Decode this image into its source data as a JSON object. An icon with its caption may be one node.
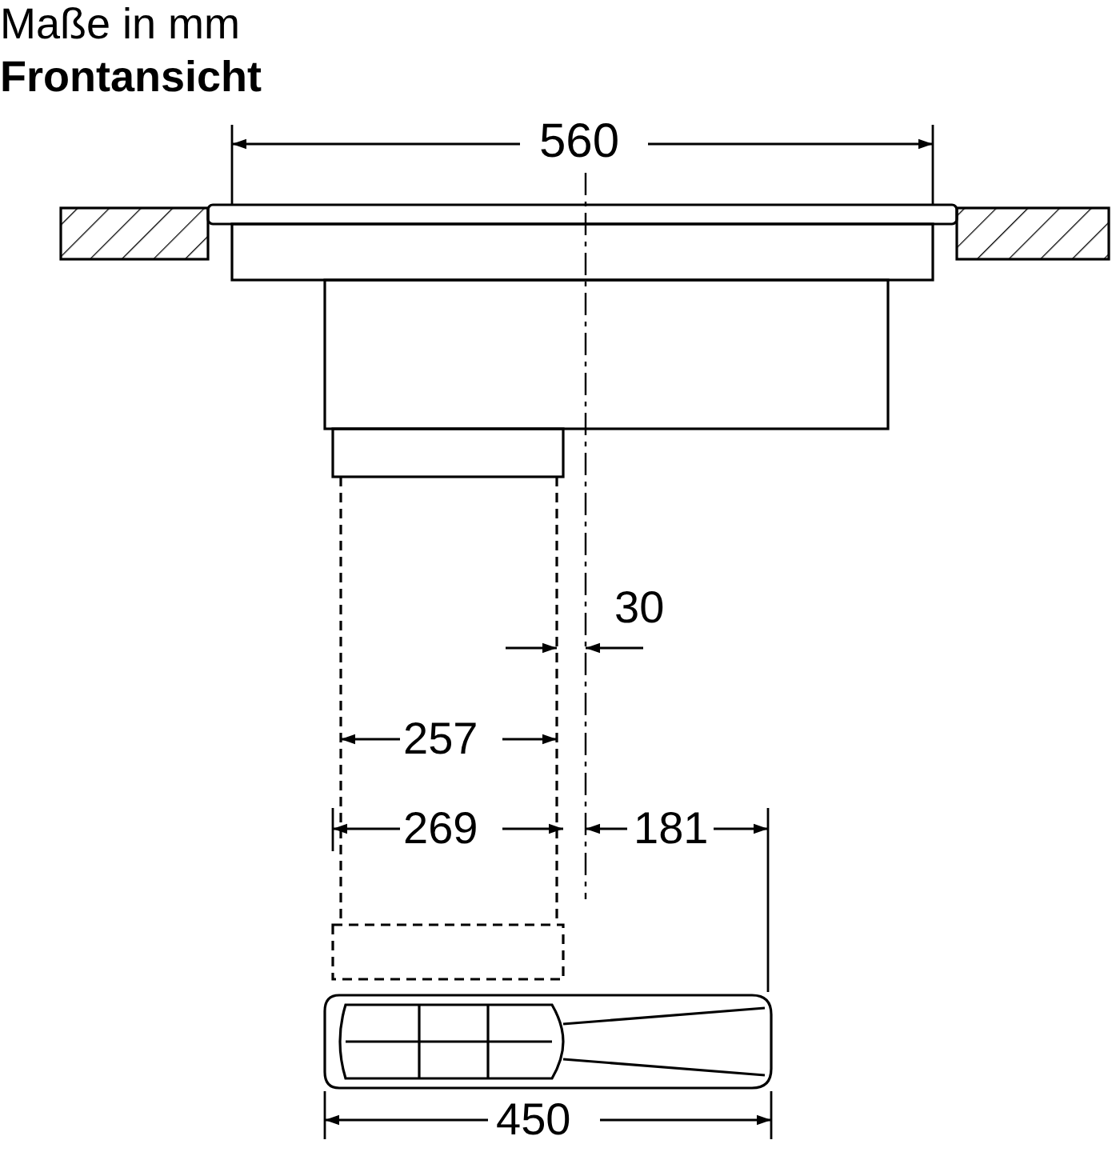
{
  "diagram": {
    "labels": [
      "Maße in mm",
      "Frontansicht",
      "560",
      "30",
      "257",
      "269",
      "181",
      "450"
    ]
  }
}
